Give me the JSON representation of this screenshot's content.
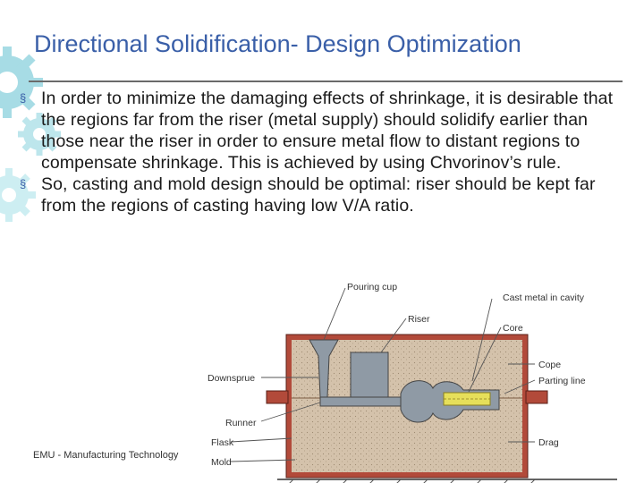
{
  "slide": {
    "title": "Directional Solidification- Design Optimization",
    "bullet_marker": "§",
    "bullets": [
      "In order to minimize the damaging effects of shrinkage, it is desirable that the regions far from the riser (metal supply) should solidify earlier than those near the riser in order to ensure metal flow to distant regions to compensate shrinkage. This is achieved by using Chvorinov’s rule.",
      "So, casting and mold design should be optimal: riser should be kept far from the regions of casting having low V/A ratio."
    ],
    "footer": "EMU - Manufacturing Technology"
  },
  "diagram": {
    "labels": {
      "pouring_cup": "Pouring cup",
      "riser": "Riser",
      "downsprue": "Downsprue",
      "runner": "Runner",
      "flask": "Flask",
      "mold": "Mold",
      "cast_metal": "Cast metal in cavity",
      "core": "Core",
      "cope": "Cope",
      "parting_line": "Parting line",
      "drag": "Drag"
    }
  },
  "colors": {
    "title": "#3a5fa8",
    "bullet_marker": "#3a5fa8",
    "sand": "#d4c2ab",
    "flask": "#b24a3a",
    "metal": "#8f9aa5",
    "core": "#e6df5a",
    "gear": "#8fd1dc"
  }
}
